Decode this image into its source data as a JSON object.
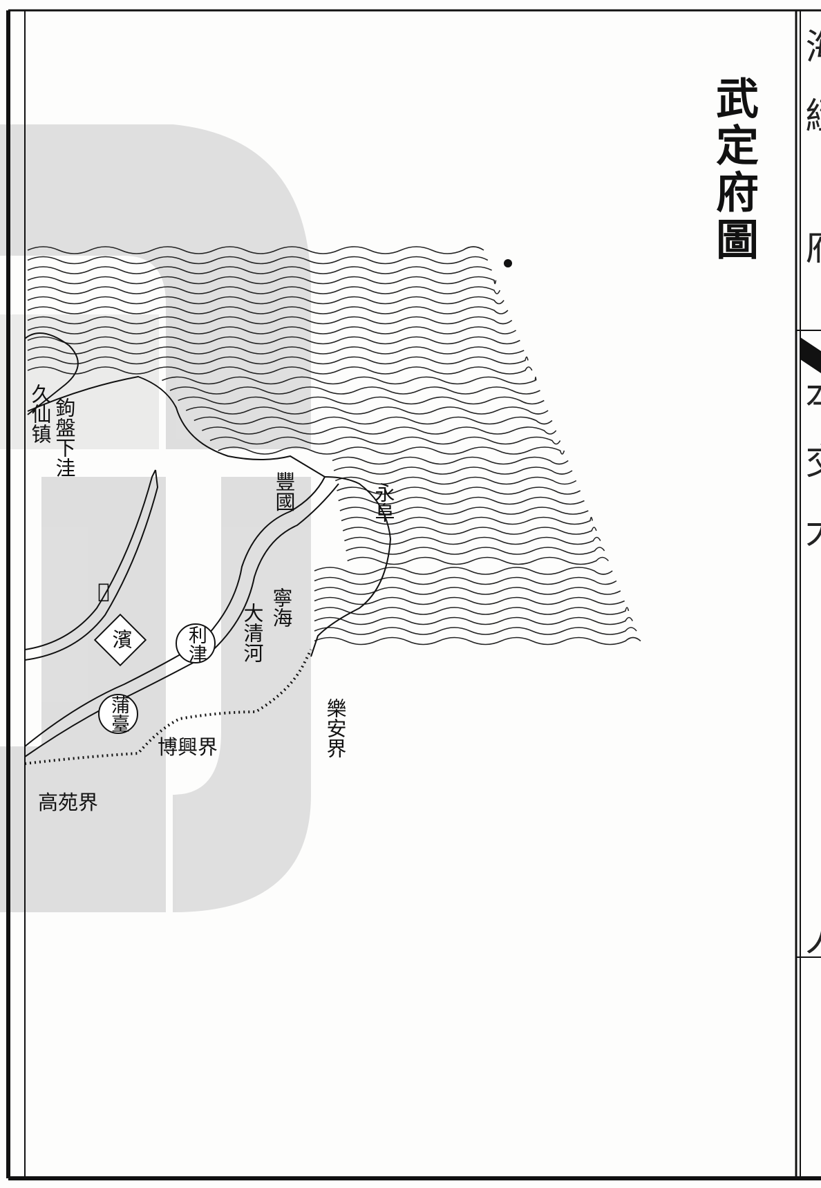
{
  "title": "武定府圖",
  "edge_column_chars": [
    "海",
    "經",
    "府",
    "本",
    "交",
    "大",
    "人"
  ],
  "colors": {
    "ink": "#111111",
    "paper": "#fdfdfc",
    "watermark": "#d2d2d2"
  },
  "places": {
    "jiuxian_zhen": "久仙镇",
    "goupan_xiawa": "鉤盤下洼",
    "fengguo": "豐國",
    "yongfu": "永阜",
    "qi": "𣲖",
    "bin": "濱",
    "lijin": "利津",
    "ninghai": "寧海",
    "daqinghe": "大清河",
    "putai": "蒲臺",
    "boxing_jie": "博興界",
    "lean_jie": "樂安界",
    "gaoyuan_jie": "高苑界"
  }
}
